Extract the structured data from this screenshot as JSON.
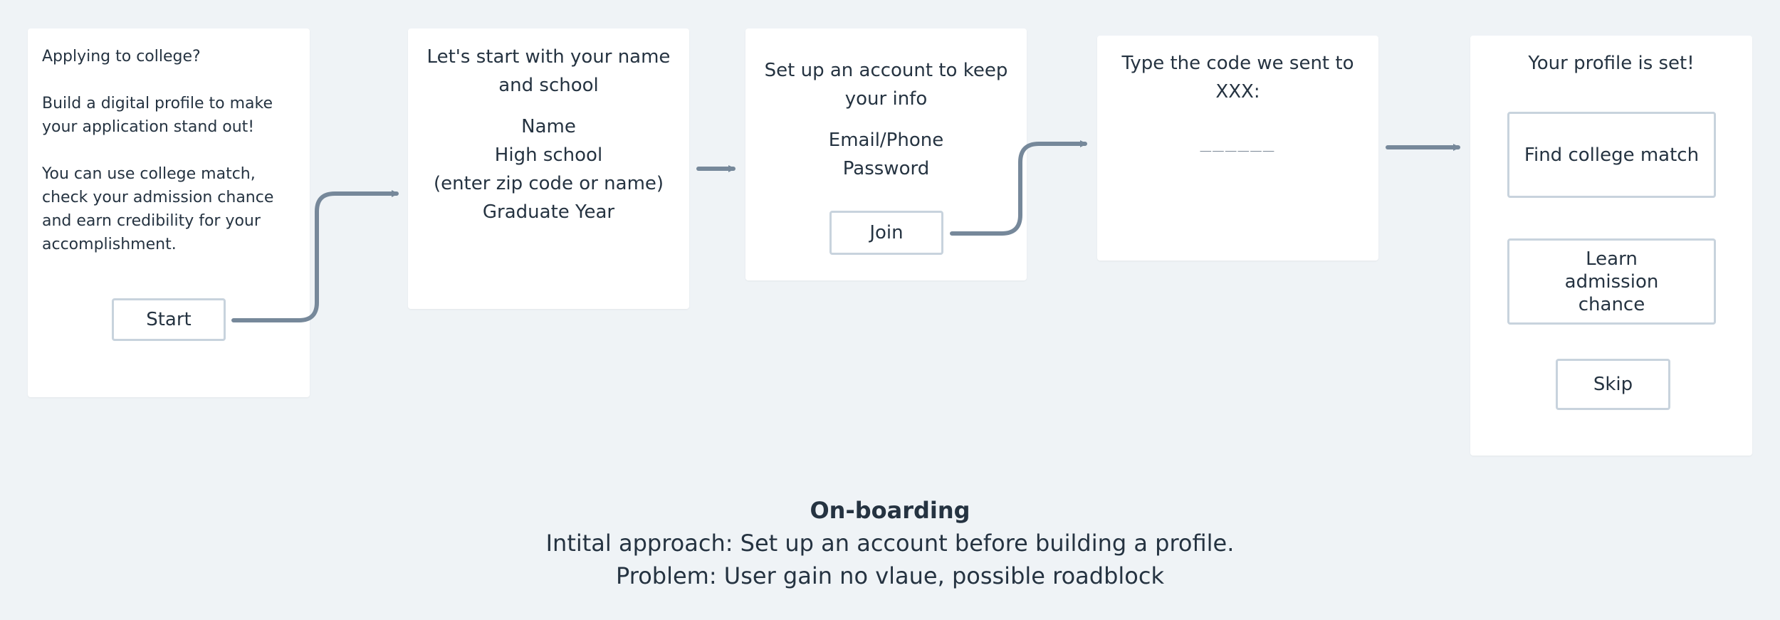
{
  "colors": {
    "background": "#eff3f6",
    "card": "#ffffff",
    "text": "#253341",
    "arrow": "#76889a",
    "button_border": "#c8d3dd"
  },
  "screens": {
    "intro": {
      "lines": [
        "Applying to college?",
        "Build a digital profile to make your application stand out!",
        "You can use college match, check your admission chance and earn credibility for your accomplishment."
      ],
      "start_button": "Start"
    },
    "name_school": {
      "heading": [
        "Let's start with your name",
        "and school"
      ],
      "fields": [
        "Name",
        "High school",
        "(enter zip code or name)",
        "Graduate Year"
      ]
    },
    "account": {
      "heading": [
        "Set up an account to keep",
        "your info"
      ],
      "fields": [
        "Email/Phone",
        "Password"
      ],
      "join_button": "Join"
    },
    "verify": {
      "heading": [
        "Type the code we sent to",
        "XXX:"
      ],
      "code_placeholder": "______"
    },
    "done": {
      "heading": "Your profile is set!",
      "match_button": "Find college match",
      "admission_button": "Learn admission chance",
      "skip_button": "Skip"
    }
  },
  "caption": {
    "title": "On-boarding",
    "approach": "Intital approach: Set up an account before building a profile.",
    "problem": "Problem: User gain no vlaue, possible roadblock"
  }
}
